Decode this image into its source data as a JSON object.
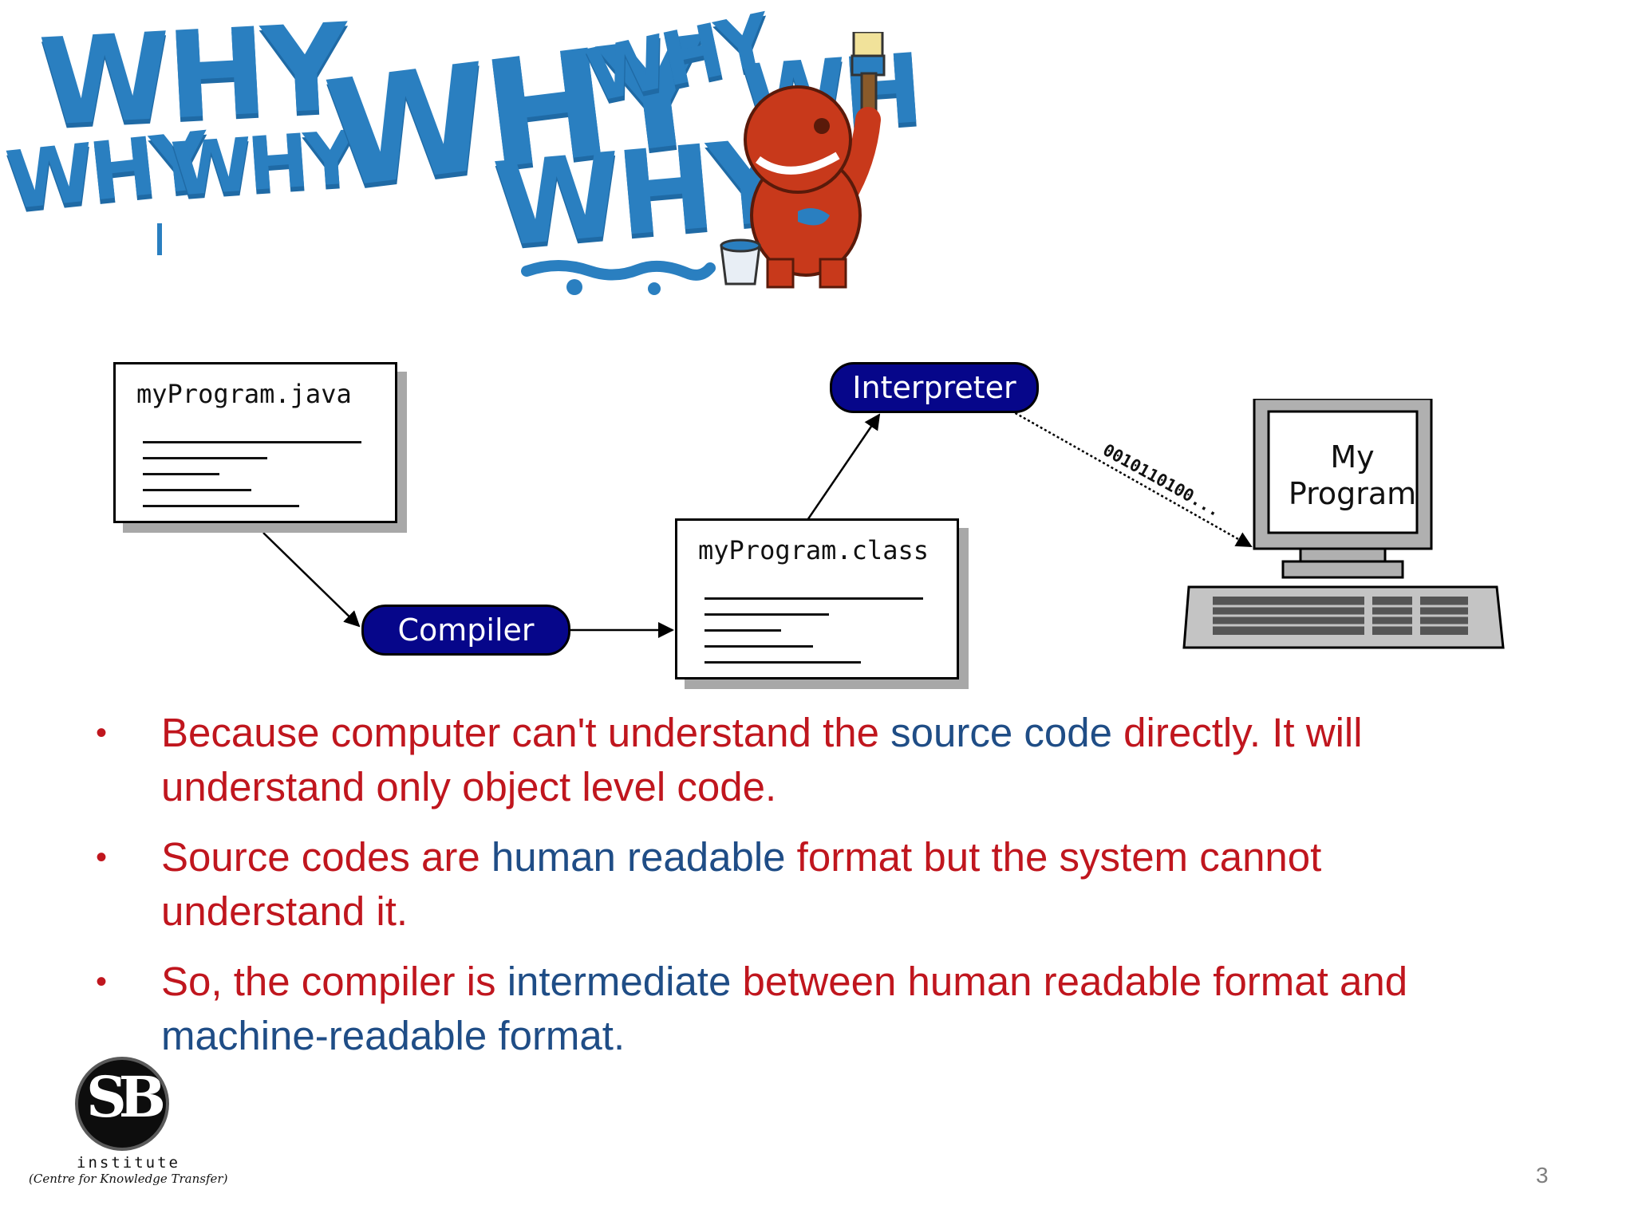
{
  "banner": {
    "words": [
      "WHY",
      "WHY",
      "WHY",
      "WHY",
      "WHY",
      "WHY",
      "WHY",
      "WH"
    ]
  },
  "diagram": {
    "source_file": "myProgram.java",
    "compiler_label": "Compiler",
    "class_file": "myProgram.class",
    "interpreter_label": "Interpreter",
    "binary_stream": "0010110100...",
    "screen_line1": "My",
    "screen_line2": "Program"
  },
  "bullets": [
    {
      "segments": [
        {
          "text": "Because computer can't understand the ",
          "hl": false
        },
        {
          "text": "source code",
          "hl": true
        },
        {
          "text": " directly. It will understand only object level code.",
          "hl": false
        }
      ]
    },
    {
      "segments": [
        {
          "text": "Source codes are ",
          "hl": false
        },
        {
          "text": "human readable",
          "hl": true
        },
        {
          "text": " format but the system cannot understand it.",
          "hl": false
        }
      ]
    },
    {
      "segments": [
        {
          "text": "So, the compiler is ",
          "hl": false
        },
        {
          "text": "intermediate",
          "hl": true
        },
        {
          "text": " between human readable format and ",
          "hl": false
        },
        {
          "text": "machine-readable format.",
          "hl": true
        }
      ]
    }
  ],
  "bullet_char": "•",
  "logo": {
    "mark": "SB",
    "name": "institute",
    "tagline": "(Centre for Knowledge Transfer)"
  },
  "page_number": "3",
  "colors": {
    "text_red": "#c0161e",
    "text_blue": "#1f4d86",
    "banner_blue": "#2a7fc0",
    "pill_navy": "#06068a"
  },
  "icons": [
    "painter-mascot-icon",
    "paint-bucket-icon",
    "paint-brush-icon",
    "computer-icon",
    "keyboard-icon"
  ]
}
